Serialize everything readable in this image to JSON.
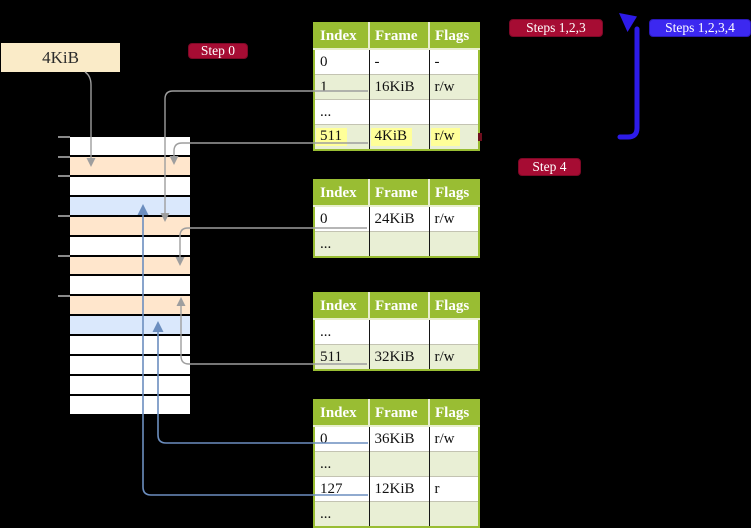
{
  "labels": {
    "page_size_box": "4KiB",
    "step0": "Step 0",
    "steps123": "Steps 1,2,3",
    "steps1234": "Steps 1,2,3,4",
    "step4": "Step 4"
  },
  "tables": [
    {
      "name": "page-table-top",
      "headers": [
        "Index",
        "Frame",
        "Flags"
      ],
      "rows": [
        {
          "cells": [
            "0",
            "-",
            "-"
          ]
        },
        {
          "cells": [
            "1",
            "16KiB",
            "r/w"
          ]
        },
        {
          "cells": [
            "...",
            "",
            ""
          ]
        },
        {
          "cells": [
            "511",
            "4KiB",
            "r/w"
          ],
          "highlight": true
        }
      ]
    },
    {
      "name": "page-table-second",
      "headers": [
        "Index",
        "Frame",
        "Flags"
      ],
      "rows": [
        {
          "cells": [
            "0",
            "24KiB",
            "r/w"
          ]
        },
        {
          "cells": [
            "...",
            "",
            ""
          ]
        }
      ]
    },
    {
      "name": "page-table-third",
      "headers": [
        "Index",
        "Frame",
        "Flags"
      ],
      "rows": [
        {
          "cells": [
            "...",
            "",
            ""
          ]
        },
        {
          "cells": [
            "511",
            "32KiB",
            "r/w"
          ]
        }
      ]
    },
    {
      "name": "page-table-bottom",
      "headers": [
        "Index",
        "Frame",
        "Flags"
      ],
      "rows": [
        {
          "cells": [
            "0",
            "36KiB",
            "r/w"
          ]
        },
        {
          "cells": [
            "...",
            "",
            ""
          ]
        },
        {
          "cells": [
            "127",
            "12KiB",
            "r"
          ]
        },
        {
          "cells": [
            "...",
            "",
            ""
          ]
        }
      ]
    }
  ],
  "memory": {
    "rows": [
      "white",
      "orange",
      "white",
      "blue",
      "orange",
      "white",
      "orange",
      "white",
      "orange",
      "blue",
      "white",
      "white",
      "white",
      "white"
    ],
    "ticks_y": [
      137,
      157,
      176,
      216,
      256,
      296
    ]
  },
  "colors": {
    "background": "#000000",
    "table_header_green": "#99BD33",
    "table_row_shaded": "#E9EFD5",
    "highlight_yellow": "#FFFF99",
    "memory_orange": "#FFE6CC",
    "memory_blue": "#DAE8FC",
    "size_box_beige": "#FAEBC8",
    "badge_red": "#A60C33",
    "badge_blue": "#3C28F0",
    "connector_gray": "#9E9E9E",
    "connector_blue": "#6C8EBF",
    "big_arrow_blue": "#2D1BE8"
  }
}
